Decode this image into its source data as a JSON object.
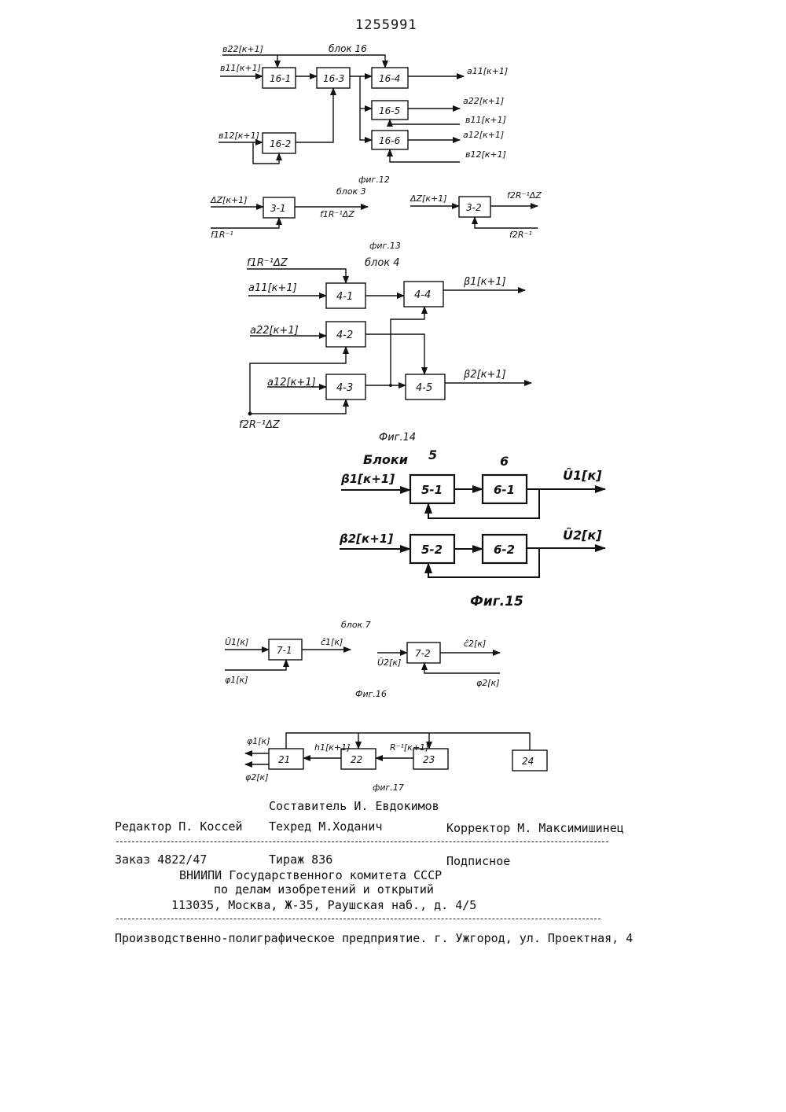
{
  "page_number": "1255991",
  "fig12": {
    "title": "блок 16",
    "caption": "фиг.12",
    "blocks": [
      "16-1",
      "16-2",
      "16-3",
      "16-4",
      "16-5",
      "16-6"
    ],
    "inputs": [
      "в22[к+1]",
      "в11[к+1]",
      "в12[к+1]"
    ],
    "outputs": [
      "a11[к+1]",
      "a22[к+1]",
      "в11[к+1]",
      "a12[к+1]",
      "в12[к+1]"
    ]
  },
  "fig13": {
    "title": "блок 3",
    "caption": "фиг.13",
    "blocks": [
      "3-1",
      "3-2"
    ],
    "in_a": "ΔZ[к+1]",
    "ctrl_a": "f1R⁻¹",
    "out_a": "f1R⁻¹ΔZ",
    "in_b": "ΔZ[к+1]",
    "ctrl_b": "f2R⁻¹",
    "out_b": "f2R⁻¹ΔZ"
  },
  "fig14": {
    "title": "блок 4",
    "caption": "Фиг.14",
    "blocks": [
      "4-1",
      "4-2",
      "4-3",
      "4-4",
      "4-5"
    ],
    "inputs": [
      "f1R⁻¹ΔZ",
      "a11[к+1]",
      "a22[к+1]",
      "a12[к+1]",
      "f2R⁻¹ΔZ"
    ],
    "outputs": [
      "β1[к+1]",
      "β2[к+1]"
    ]
  },
  "fig15": {
    "title": "Блоки",
    "group_labels": [
      "5",
      "6"
    ],
    "caption": "Фиг.15",
    "blocks": [
      "5-1",
      "6-1",
      "5-2",
      "6-2"
    ],
    "inputs": [
      "β1[к+1]",
      "β2[к+1]"
    ],
    "outputs": [
      "Û1[к]",
      "Û2[к]"
    ]
  },
  "fig16": {
    "title": "блок 7",
    "caption": "Фиг.16",
    "blocks": [
      "7-1",
      "7-2"
    ],
    "inputs": [
      "Û1[к]",
      "φ1[к]",
      "Û2[к]",
      "φ2[к]"
    ],
    "outputs": [
      "ĉ1[к]",
      "ĉ2[к]"
    ]
  },
  "fig17": {
    "caption": "фиг.17",
    "blocks": [
      "21",
      "22",
      "23",
      "24"
    ],
    "labels": [
      "φ1[к]",
      "φ2[к]",
      "h1[к+1]",
      "R⁻¹[к+1]"
    ]
  },
  "colophon": {
    "compiler": "Составитель И. Евдокимов",
    "editor": "Редактор П. Коссей",
    "techred": "Техред М.Ходанич",
    "corrector": "Корректор  М. Максимишинец",
    "order": "Заказ 4822/47",
    "print_run": "Тираж 836",
    "subscription": "Подписное",
    "org1": "ВНИИПИ Государственного комитета СССР",
    "org2": "по делам изобретений и открытий",
    "address": "113035, Москва, Ж-35, Раушская наб., д. 4/5",
    "printer": "Производственно-полиграфическое предприятие. г. Ужгород, ул. Проектная, 4"
  }
}
